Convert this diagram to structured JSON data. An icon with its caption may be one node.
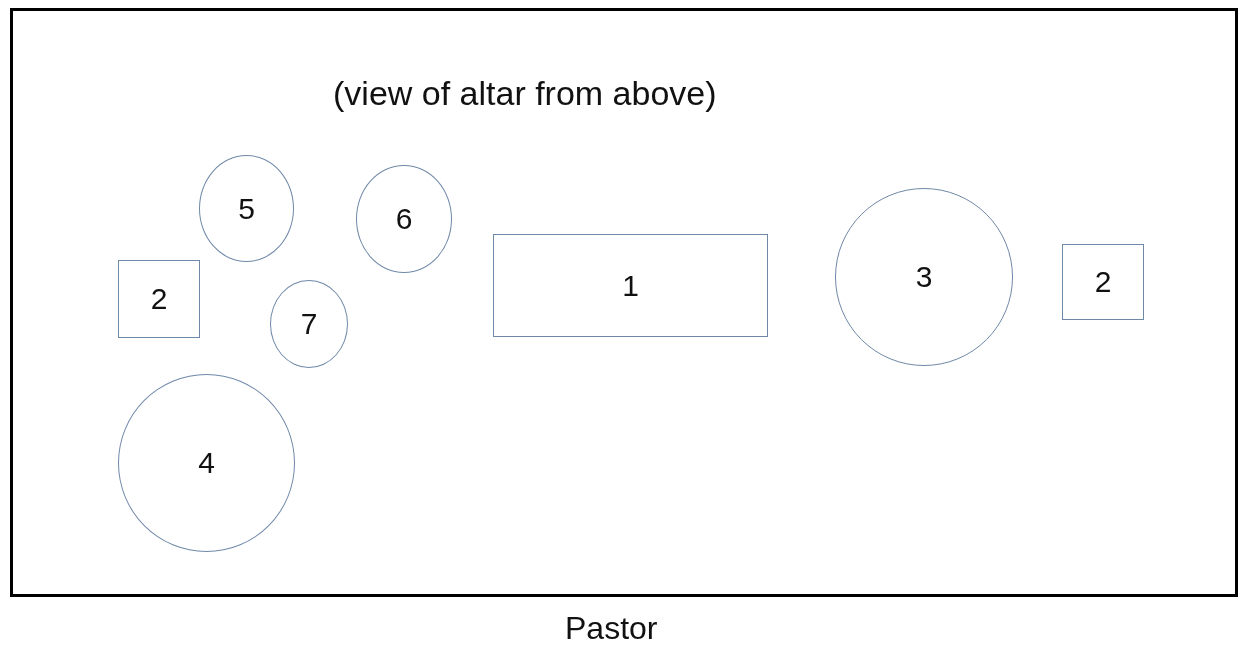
{
  "diagram": {
    "nodes": [
      {
        "text": [
          "(view of altar from above)"
        ]
      },
      {
        "text": [
          "5"
        ],
        "in": 0
      },
      {
        "text": [
          "6"
        ],
        "in": 0
      },
      {
        "text": [
          "2"
        ],
        "in": 0
      },
      {
        "text": [
          "7"
        ],
        "in": 0
      },
      {
        "text": [
          "1"
        ],
        "in": 0
      },
      {
        "text": [
          "3"
        ],
        "in": 0
      },
      {
        "text": [
          "2"
        ],
        "in": 0
      },
      {
        "text": [
          "4"
        ],
        "in": 0
      }
    ],
    "labels": [
      "Pastor"
    ]
  }
}
